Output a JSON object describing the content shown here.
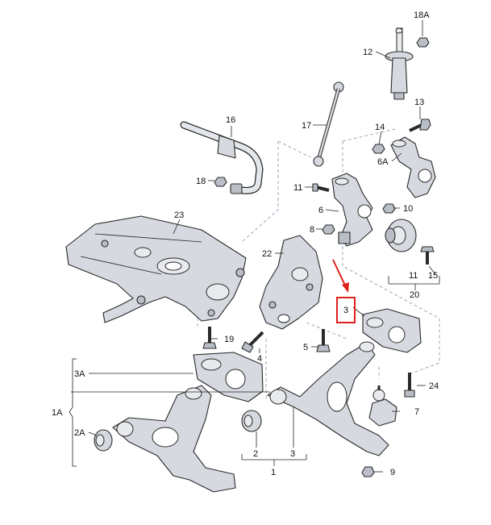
{
  "labels": {
    "l1": "1",
    "l1A": "1A",
    "l2": "2",
    "l2A": "2A",
    "l3": "3",
    "l3A": "3A",
    "l3box": "3",
    "l4": "4",
    "l5": "5",
    "l6": "6",
    "l6A": "6A",
    "l7": "7",
    "l8": "8",
    "l9": "9",
    "l10": "10",
    "l11a": "11",
    "l11b": "11",
    "l12": "12",
    "l13": "13",
    "l14": "14",
    "l15": "15",
    "l16": "16",
    "l17": "17",
    "l18": "18",
    "l18A": "18A",
    "l19": "19",
    "l20": "20",
    "l22": "22",
    "l23": "23",
    "l24": "24"
  },
  "colors": {
    "highlight": "#e0201b",
    "part_fill": "#d6d9df",
    "line": "#2a2a2a",
    "dashed": "#8fa0b5"
  }
}
